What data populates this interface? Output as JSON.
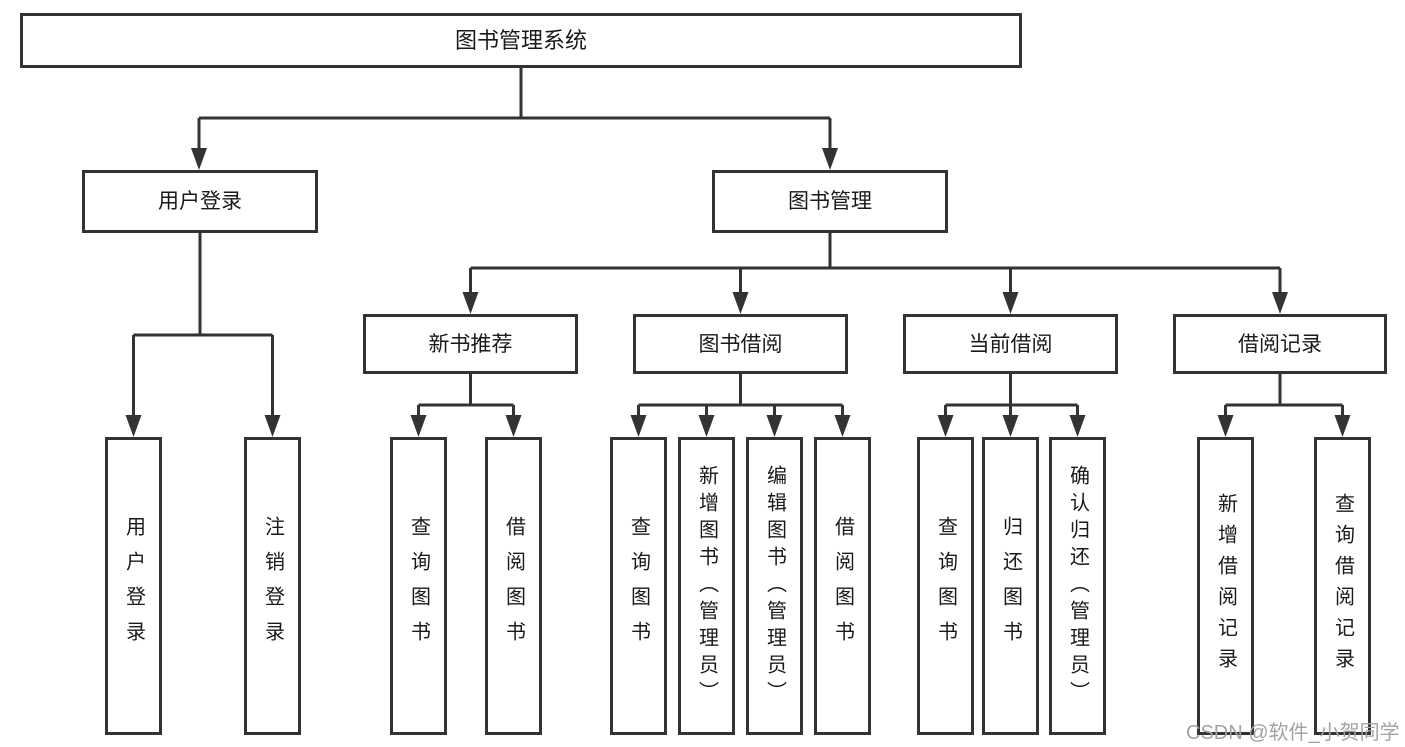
{
  "diagram": {
    "root": {
      "label": "图书管理系统"
    },
    "level1": [
      {
        "label": "用户登录"
      },
      {
        "label": "图书管理"
      }
    ],
    "level2": [
      {
        "label": "新书推荐",
        "parent": "图书管理"
      },
      {
        "label": "图书借阅",
        "parent": "图书管理"
      },
      {
        "label": "当前借阅",
        "parent": "图书管理"
      },
      {
        "label": "借阅记录",
        "parent": "图书管理"
      }
    ],
    "leaves": [
      {
        "label": "用户登录",
        "parent": "用户登录"
      },
      {
        "label": "注销登录",
        "parent": "用户登录"
      },
      {
        "label": "查询图书",
        "parent": "新书推荐"
      },
      {
        "label": "借阅图书",
        "parent": "新书推荐"
      },
      {
        "label": "查询图书",
        "parent": "图书借阅"
      },
      {
        "label": "新增图书（管理员）",
        "parent": "图书借阅"
      },
      {
        "label": "编辑图书（管理员）",
        "parent": "图书借阅"
      },
      {
        "label": "借阅图书",
        "parent": "图书借阅"
      },
      {
        "label": "查询图书",
        "parent": "当前借阅"
      },
      {
        "label": "归还图书",
        "parent": "当前借阅"
      },
      {
        "label": "确认归还（管理员）",
        "parent": "当前借阅"
      },
      {
        "label": "新增借阅记录",
        "parent": "借阅记录"
      },
      {
        "label": "查询借阅记录",
        "parent": "借阅记录"
      }
    ]
  },
  "watermark": "CSDN @软件_小贺同学",
  "colors": {
    "line": "#333333",
    "text": "#1a1a1a",
    "watermark": "#a3a3a3",
    "background": "#ffffff"
  }
}
